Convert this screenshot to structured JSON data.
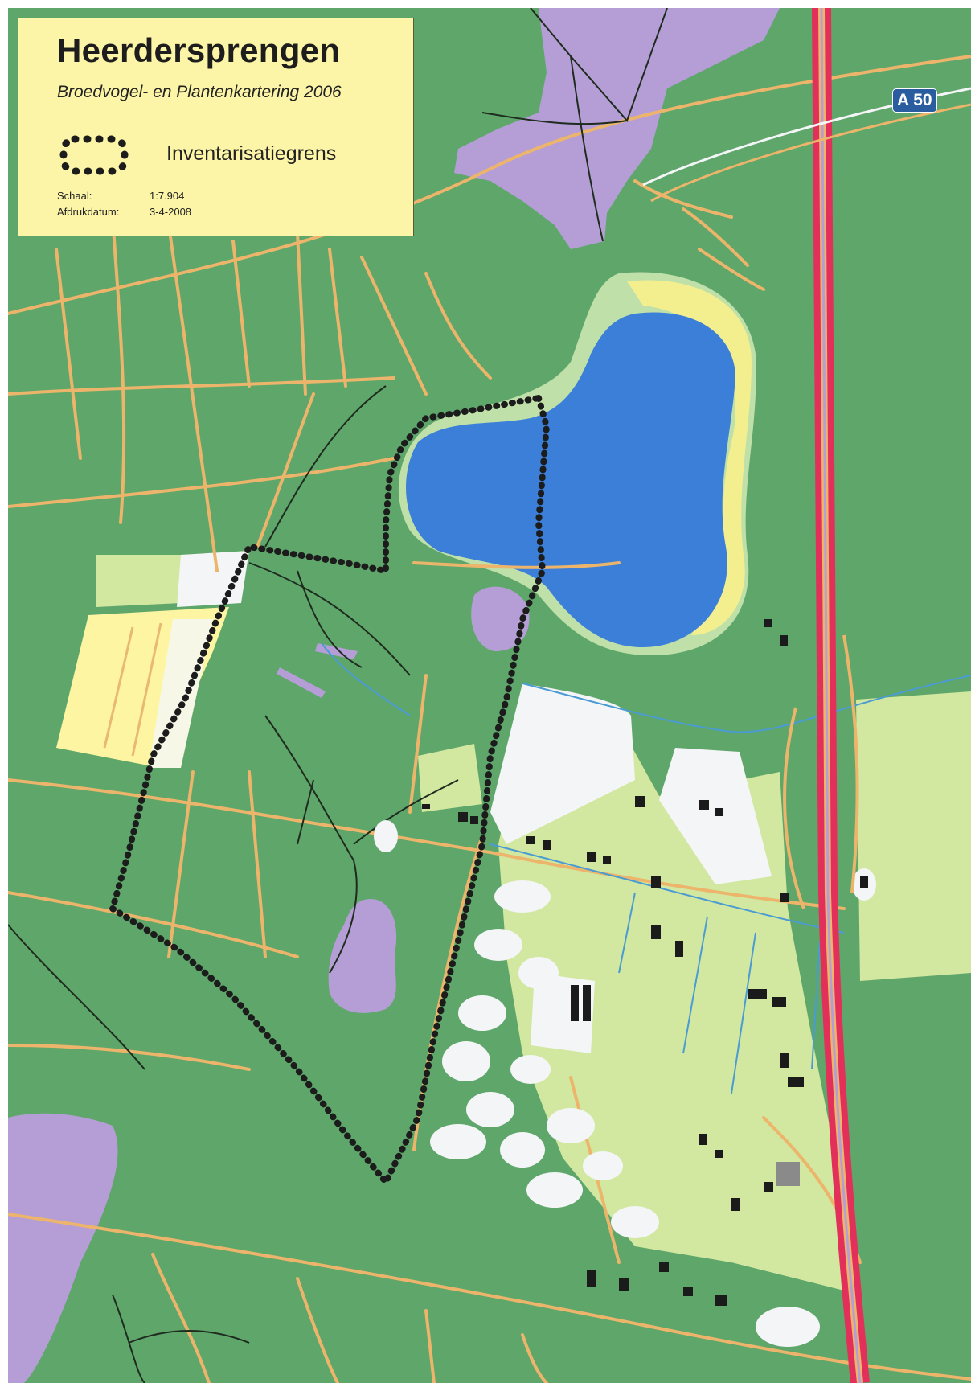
{
  "map": {
    "title": "Heerdersprengen",
    "subtitle": "Broedvogel- en Plantenkartering  2006",
    "legend": {
      "boundary_label": "Inventarisatiegrens",
      "scale_label": "Schaal:",
      "scale_value": "1:7.904",
      "date_label": "Afdrukdatum:",
      "date_value": "3-4-2008"
    },
    "road_label": "A 50",
    "colors": {
      "forest": "#5fa66b",
      "meadow": "#d2e8a0",
      "field_yellow": "#fdf5a2",
      "heath": "#b59ed6",
      "water": "#3b7fd8",
      "sand": "#f3ee8e",
      "path": "#ecb56b",
      "highway": "#e2305a",
      "legend_bg": "#fcf4a6",
      "boundary": "#1c1c1c"
    }
  }
}
